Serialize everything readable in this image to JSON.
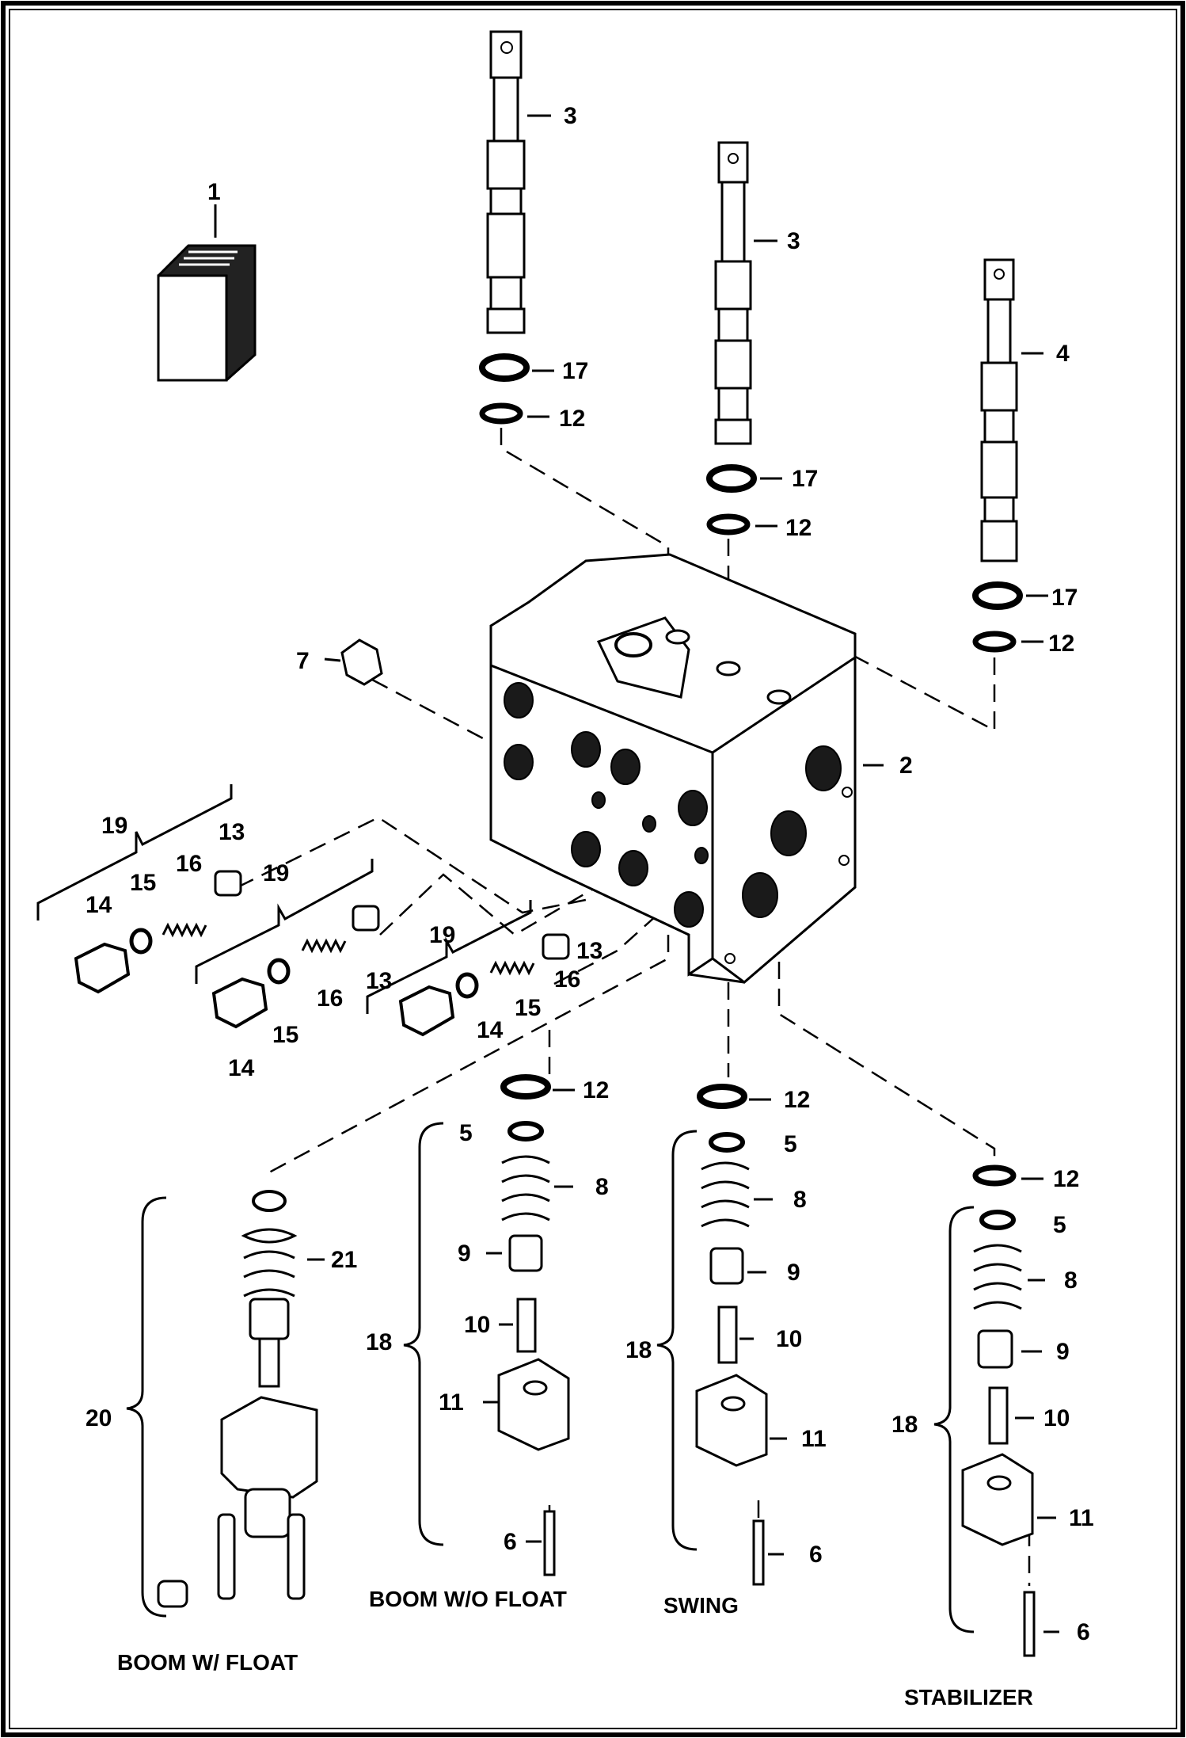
{
  "labels": {
    "p1": "1",
    "p2": "2",
    "p3a": "3",
    "p3b": "3",
    "p4": "4",
    "p7": "7",
    "p17a": "17",
    "p12a": "12",
    "p17b": "17",
    "p12b": "12",
    "p17c": "17",
    "p12c": "12",
    "p19a": "19",
    "p13a": "13",
    "p16a": "16",
    "p15a": "15",
    "p14a": "14",
    "p19b": "19",
    "p13b": "13",
    "p16b": "16",
    "p15b": "15",
    "p14b": "14",
    "p19c": "19",
    "p13c": "13",
    "p16c": "16",
    "p15c": "15",
    "p14c": "14",
    "p12d": "12",
    "p5d": "5",
    "p8d": "8",
    "p9d": "9",
    "p10d": "10",
    "p11d": "11",
    "p6d": "6",
    "p18d": "18",
    "p12e": "12",
    "p5e": "5",
    "p8e": "8",
    "p9e": "9",
    "p10e": "10",
    "p11e": "11",
    "p6e": "6",
    "p18e": "18",
    "p12f": "12",
    "p5f": "5",
    "p8f": "8",
    "p9f": "9",
    "p10f": "10",
    "p11f": "11",
    "p6f": "6",
    "p18f": "18",
    "p20": "20",
    "p21": "21"
  },
  "captions": {
    "boom_float": "BOOM W/ FLOAT",
    "boom_wo_float": "BOOM W/O FLOAT",
    "swing": "SWING",
    "stabilizer": "STABILIZER"
  }
}
